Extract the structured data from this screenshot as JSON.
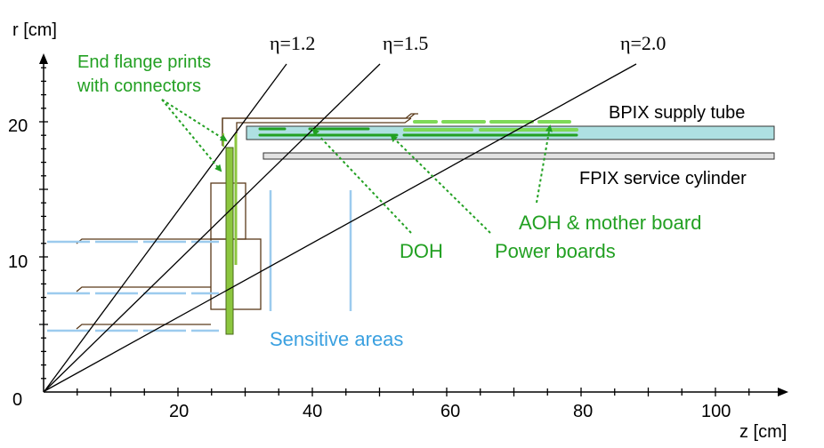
{
  "axes": {
    "x_label": "z [cm]",
    "y_label": "r [cm]",
    "x_ticks": [
      "20",
      "40",
      "60",
      "80",
      "100"
    ],
    "y_ticks": [
      "20",
      "10"
    ],
    "origin_label": "0"
  },
  "eta_lines": [
    {
      "label": "η=1.2"
    },
    {
      "label": "η=1.5"
    },
    {
      "label": "η=2.0"
    }
  ],
  "labels": {
    "end_flange": [
      "End flange prints",
      "with connectors"
    ],
    "bpix_supply_tube": "BPIX supply tube",
    "fpix_service_cylinder": "FPIX service cylinder",
    "aoh_mother_board": "AOH & mother board",
    "doh": "DOH",
    "power_boards": "Power boards",
    "sensitive_areas": "Sensitive areas"
  },
  "colors": {
    "green_text": "#22a022",
    "light_green": "#7ed957",
    "flange_green": "#8cc63f",
    "tube_fill": "#aee0e2",
    "sensitive_blue": "#9ccbee",
    "sensitive_text": "#3aa0e0",
    "brown": "#5a3a1a",
    "axis": "#000000"
  }
}
